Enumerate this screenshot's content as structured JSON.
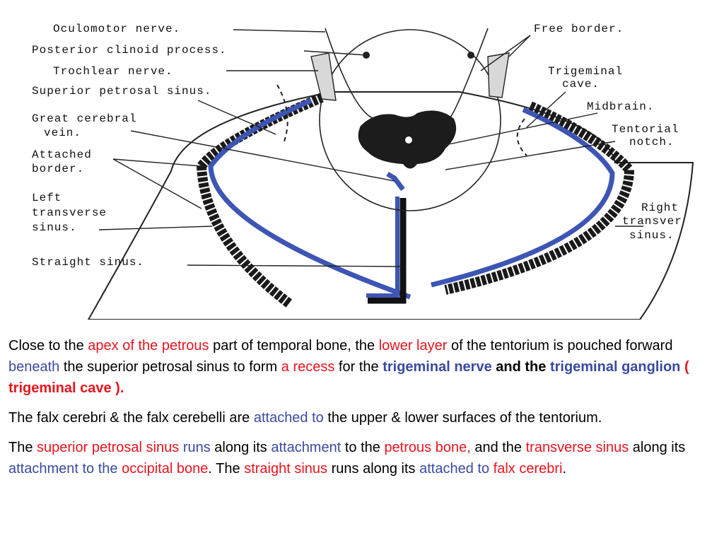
{
  "labels": {
    "oculomotor": "Oculomotor nerve.",
    "posterior_clinoid": "Posterior clinoid process.",
    "trochlear": "Trochlear nerve.",
    "superior_petrosal": "Superior petrosal sinus.",
    "great_cerebral_1": "Great cerebral",
    "great_cerebral_2": "vein.",
    "attached_1": "Attached",
    "attached_2": "border.",
    "left_transverse_1": "Left",
    "left_transverse_2": "transverse",
    "left_transverse_3": "sinus.",
    "straight": "Straight sinus.",
    "free_border": "Free border.",
    "trigeminal_cave_1": "Trigeminal",
    "trigeminal_cave_2": "cave.",
    "midbrain": "Midbrain.",
    "tentorial_1": "Tentorial",
    "tentorial_2": "notch.",
    "right_transverse_1": "Right",
    "right_transverse_2": "transver",
    "right_transverse_3": "sinus."
  },
  "paragraphs": {
    "p1": {
      "s1": "Close to the ",
      "s2": "apex of the petrous",
      "s3": " part of temporal bone, the ",
      "s4": "lower layer",
      "s5": " of the tentorium is pouched forward ",
      "s6": "beneath",
      "s7": " the superior petrosal sinus to form ",
      "s8": "a recess",
      "s9": " for the ",
      "s10": "trigeminal nerve",
      "s11": " and the ",
      "s12": "trigeminal ganglion",
      "s13": " ( trigeminal cave )."
    },
    "p2": {
      "s1": "The falx cerebri & the falx cerebelli are ",
      "s2": "attached to",
      "s3": " the upper & lower surfaces of the tentorium."
    },
    "p3": {
      "s1": "The ",
      "s2": "superior petrosal sinus",
      "s3": " ",
      "s4": "runs",
      "s5": " along its ",
      "s6": "attachment",
      "s7": " to the ",
      "s8": "petrous bone,",
      "s9": " and the ",
      "s10": "transverse sinus",
      "s11": " along its ",
      "s12": "attachment to the",
      "s13": " ",
      "s14": "occipital bone",
      "s15": ". The ",
      "s16": "straight sinus",
      "s17": " runs along its ",
      "s18": "attached to",
      "s19": " ",
      "s20": "falx cerebri",
      "s21": "."
    }
  },
  "colors": {
    "red": "#e8141e",
    "blue": "#3a4aa0",
    "sinus_blue": "#3d55b5"
  }
}
